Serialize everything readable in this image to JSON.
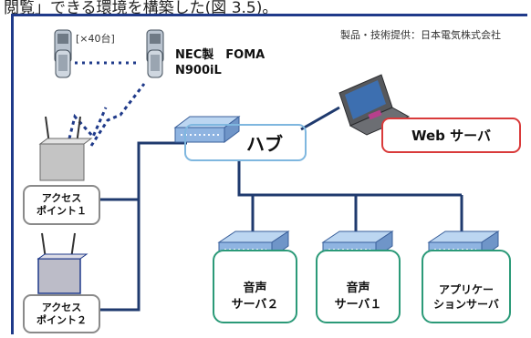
{
  "caption": "閲覧」できる環境を構築した(図 3.5)。",
  "credit": "製品・技術提供：日本電気株式会社",
  "phones": {
    "count": "[×40台]",
    "model_line1": "NEC製　FOMA",
    "model_line2": "N900iL"
  },
  "access_points": [
    {
      "line1": "アクセス",
      "line2": "ポイント１"
    },
    {
      "line1": "アクセス",
      "line2": "ポイント２"
    }
  ],
  "hub": {
    "label": "ハブ"
  },
  "web_server": {
    "label": "Web サーバ"
  },
  "servers": [
    {
      "line1": "音声",
      "line2": "サーバ２"
    },
    {
      "line1": "音声",
      "line2": "サーバ１"
    },
    {
      "line1": "アプリケー",
      "line2": "ションサーバ"
    }
  ],
  "colors": {
    "frame": "#1f3a8a",
    "cable": "#1f3a6e",
    "hub_border": "#7fb7df",
    "web_border": "#d93a3a",
    "server_border": "#2b9a78",
    "ap_border": "#8a8a8a"
  },
  "icons": [
    "mobile-phone-icon",
    "wireless-signal-icon",
    "access-point-icon",
    "hub-icon",
    "laptop-icon",
    "server-icon"
  ]
}
